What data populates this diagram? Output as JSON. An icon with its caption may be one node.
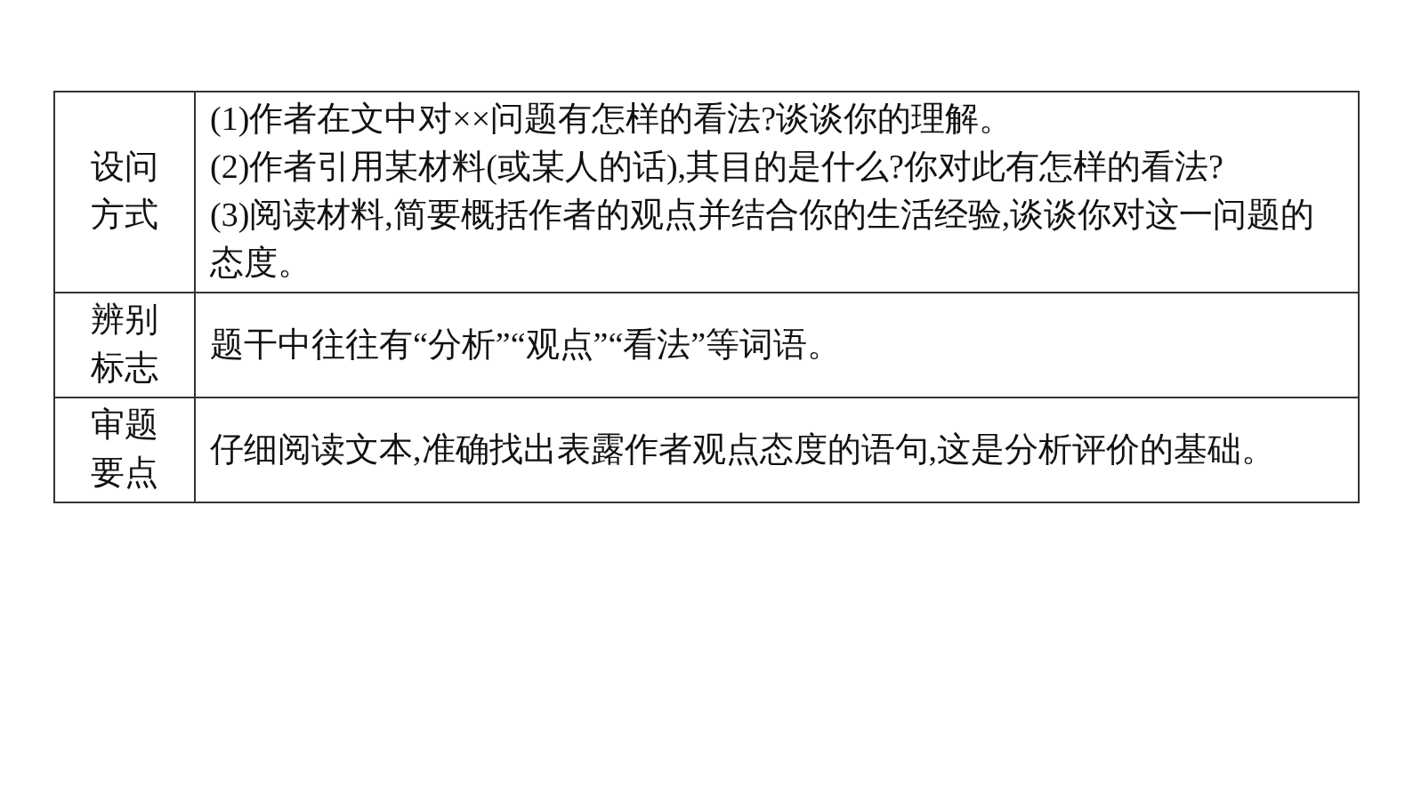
{
  "diagram": {
    "labels": [
      "设问方式",
      "(1)作者在文中对××问题有怎样的看法?谈谈你的理解。",
      "(2)作者引用某材料(或某人的话),其目的是什么?你对此有怎样的看法?",
      "(3)阅读材料,简要概括作者的观点并结合你的生活经验,谈谈你对这一问题的态度。",
      "辨别标志",
      "题干中往往有“分析”“观点”“看法”等词语。",
      "审题要点",
      "仔细阅读文本,准确找出表露作者观点态度的语句,这是分析评价的基础。"
    ]
  }
}
